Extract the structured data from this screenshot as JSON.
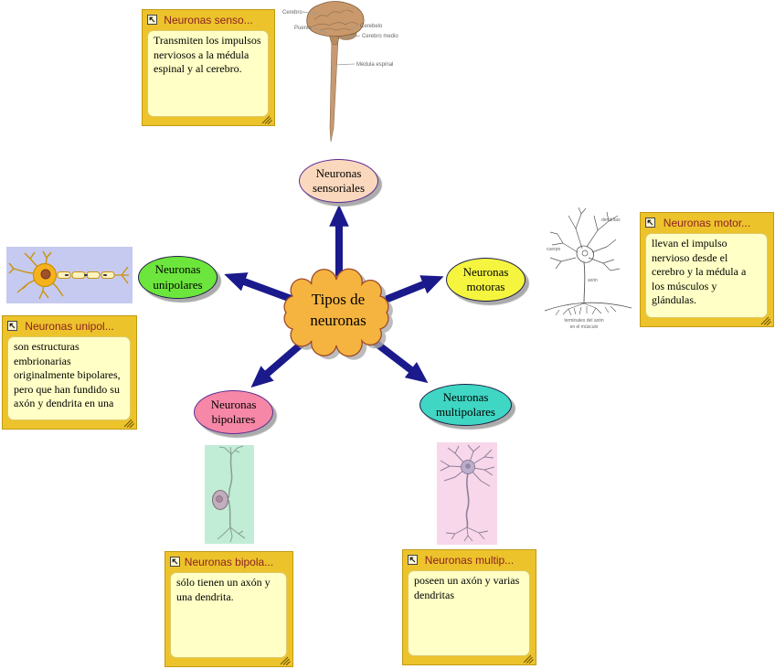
{
  "palette": {
    "link_color": "#1a1a8c",
    "cloud_fill": "#f5b440",
    "cloud_stroke": "#9e4a2a",
    "note_gold": "#edc32c",
    "note_body_bg": "#ffffc6",
    "note_title_color": "#8b2222",
    "shadow_gray": "#ababab",
    "node_fills": {
      "sensoriales": "#fad8bd",
      "unipolares": "#6ce63c",
      "motoras": "#f5f53f",
      "bipolares": "#f687a7",
      "multipolares": "#3fd6c4"
    }
  },
  "concept_map": {
    "root": {
      "line1": "Tipos de",
      "line2": "neuronas"
    },
    "nodes": {
      "sensoriales": {
        "line1": "Neuronas",
        "line2": "sensoriales"
      },
      "unipolares": {
        "line1": "Neuronas",
        "line2": "unipolares"
      },
      "motoras": {
        "line1": "Neuronas",
        "line2": "motoras"
      },
      "bipolares": {
        "line1": "Neuronas",
        "line2": "bipolares"
      },
      "multipolares": {
        "line1": "Neuronas",
        "line2": "multipolares"
      }
    }
  },
  "notes": {
    "sensoriales": {
      "title": "Neuronas senso...",
      "body": "Transmiten los impulsos nerviosos a la médula espinal y al cerebro."
    },
    "unipolares": {
      "title": "Neuronas unipol...",
      "body": "son estructuras embrionarias originalmente bipolares, pero que han fundido su axón y dendrita en una",
      "more": "..."
    },
    "motoras": {
      "title": "Neuronas motor...",
      "body": "llevan el impulso nervioso desde el cerebro y la médula a los músculos y glándulas."
    },
    "bipolares": {
      "title": "Neuronas bipola...",
      "body": "sólo tienen un axón y una dendrita."
    },
    "multipolares": {
      "title": "Neuronas multip...",
      "body": "poseen un axón y varias dendritas"
    }
  },
  "brain_figure": {
    "labels": {
      "cerebro": "Cerebro",
      "puente": "Puente",
      "cerebelo": "Cerebelo",
      "cerebro_medio": "Cerebro medio",
      "medula_espinal": "Médula espinal"
    }
  },
  "motor_figure": {
    "labels": {
      "dendritas": "dendritas",
      "cuerpo": "cuerpo",
      "axon": "axón",
      "terminales_1": "terminales del axón",
      "terminales_2": "en el músculo"
    }
  }
}
